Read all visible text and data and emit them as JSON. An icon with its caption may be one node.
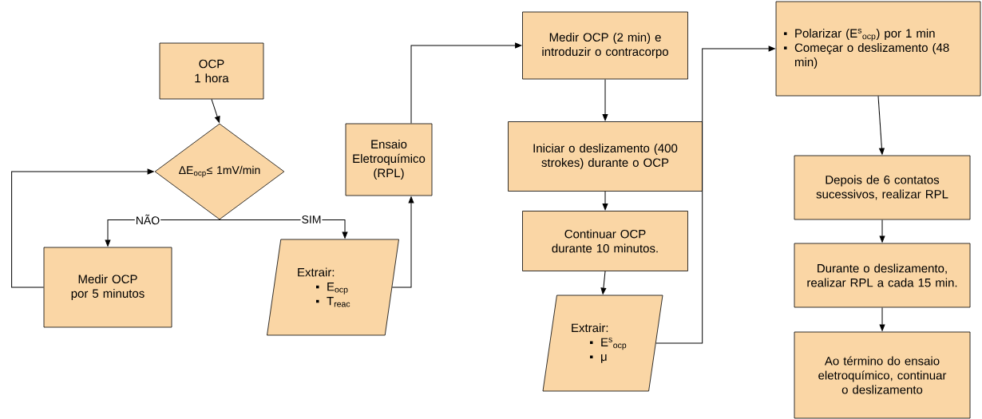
{
  "diagram": {
    "nodes": [
      {
        "text": [
          "OCP",
          "1 hora"
        ]
      },
      {
        "text": [
          "ΔE$_{ocp}$≤ 1mV/min"
        ]
      },
      {
        "text": [
          "Medir OCP por 5 minutos"
        ]
      },
      {
        "text": [
          "Extrair:",
          "E$_{ocp}$",
          "T$_{reac}$"
        ]
      },
      {
        "text": [
          "Ensaio Eletroquímico (RPL)"
        ]
      },
      {
        "text": [
          "Medir OCP (2 min) e introduzir o contracorpo"
        ]
      },
      {
        "text": [
          "Iniciar o deslizamento (400 strokes) durante o OCP"
        ]
      },
      {
        "text": [
          "Continuar OCP durante 10 minutos."
        ]
      },
      {
        "text": [
          "Extrair:",
          "E$^{s}$$_{ocp}$",
          "μ"
        ]
      },
      {
        "text": [
          "Polarizar (E$^{s}$$_{ocp}$) por 1 min",
          "Começar o deslizamento (48 min)"
        ]
      },
      {
        "text": [
          "Depois de 6 contatos sucessivos, realizar RPL"
        ]
      },
      {
        "text": [
          "Durante o deslizamento, realizar RPL a cada 15 min."
        ]
      },
      {
        "text": [
          "Ao término do ensaio eletroquímico, continuar o deslizamento"
        ]
      }
    ],
    "edges": [
      {
        "from": 0,
        "to": 1,
        "arrow": "to"
      },
      {
        "from": 1,
        "to": 2,
        "arrow": "to",
        "label": "NÃO"
      },
      {
        "from": 1,
        "to": 3,
        "arrow": "to",
        "label": "SIM"
      },
      {
        "from": 2,
        "to": 1,
        "arrow": "to"
      },
      {
        "from": 3,
        "to": 4,
        "arrow": "to"
      },
      {
        "from": 4,
        "to": 5,
        "arrow": "to"
      },
      {
        "from": 5,
        "to": 6,
        "arrow": "to"
      },
      {
        "from": 6,
        "to": 7,
        "arrow": "to"
      },
      {
        "from": 7,
        "to": 8,
        "arrow": "to"
      },
      {
        "from": 8,
        "to": 9,
        "arrow": "to"
      },
      {
        "from": 9,
        "to": 10,
        "arrow": "to"
      },
      {
        "from": 10,
        "to": 11,
        "arrow": "to"
      },
      {
        "from": 11,
        "to": 12,
        "arrow": "to"
      }
    ]
  }
}
